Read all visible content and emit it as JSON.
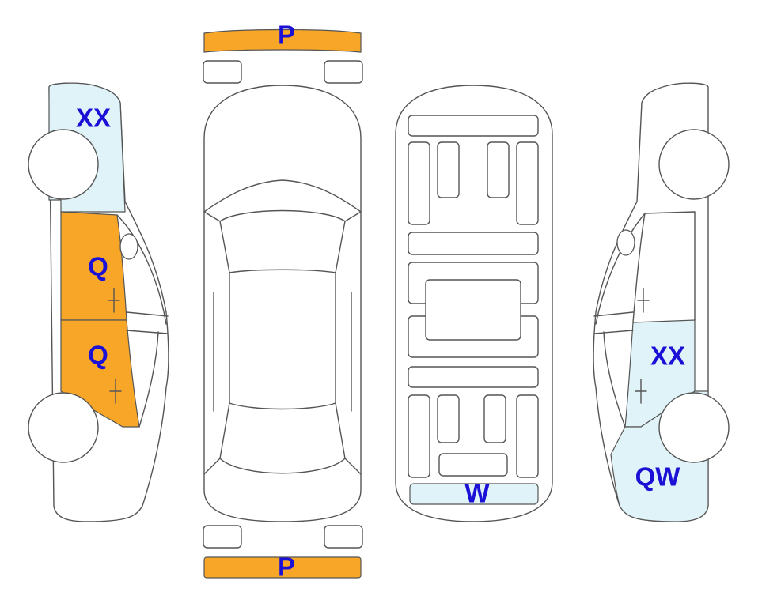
{
  "colors": {
    "orange": "#f8a628",
    "light_blue": "#dff3f8",
    "label": "#1a10d6",
    "outline": "#555555"
  },
  "labels": {
    "front_bumper": "P",
    "rear_bumper": "P",
    "left_front_fender": "XX",
    "left_front_door": "Q",
    "left_rear_door": "Q",
    "right_rear_door": "XX",
    "right_rear_quarter": "QW",
    "rear_panel": "W"
  }
}
